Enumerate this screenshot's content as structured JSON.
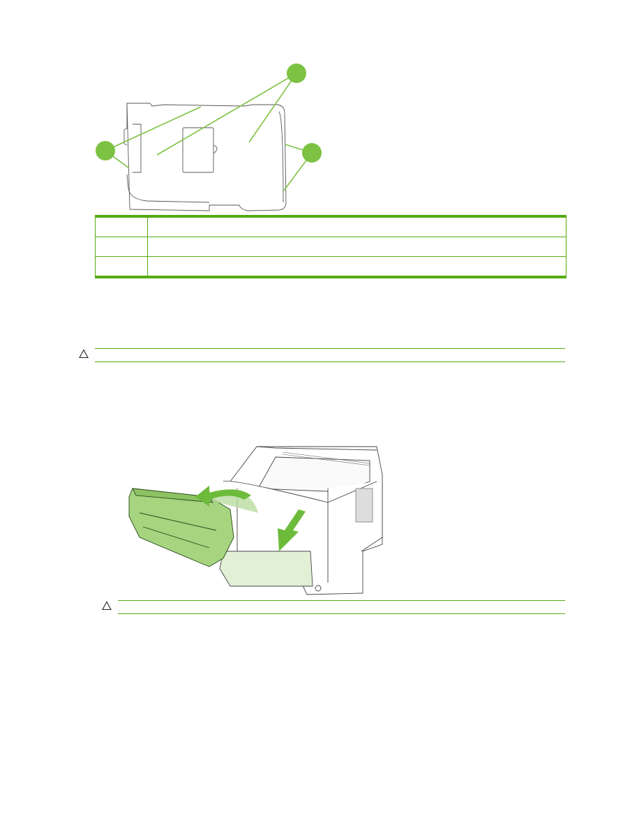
{
  "page": {
    "accent_color": "#55aa11",
    "callout_color": "#7dc242"
  },
  "figure_printer_back": {
    "alt": "Printer rear/side view with callouts",
    "callouts": [
      {
        "id": "callout-1",
        "label": ""
      },
      {
        "id": "callout-2",
        "label": ""
      },
      {
        "id": "callout-3",
        "label": ""
      }
    ]
  },
  "legend_table": {
    "rows": [
      {
        "number": "",
        "description": ""
      },
      {
        "number": "",
        "description": ""
      },
      {
        "number": "",
        "description": ""
      }
    ]
  },
  "caution_1": {
    "icon": "caution-triangle-icon",
    "text": ""
  },
  "figure_toner_removal": {
    "alt": "Opening front door and removing toner cartridge"
  },
  "caution_2": {
    "icon": "caution-triangle-icon",
    "text": ""
  }
}
